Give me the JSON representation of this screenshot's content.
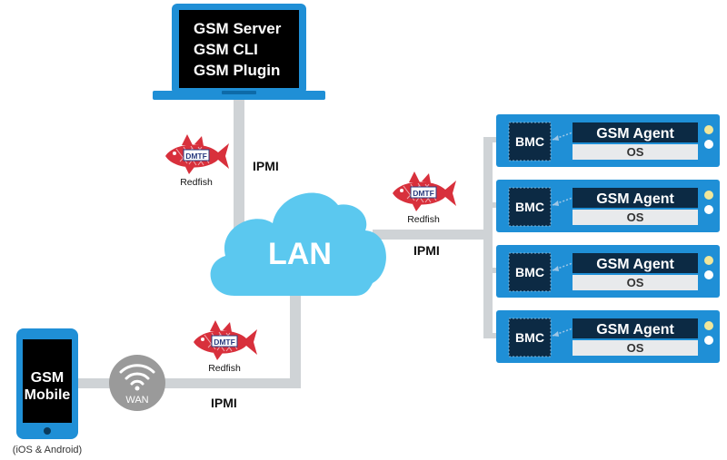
{
  "laptop": {
    "lines": [
      "GSM Server",
      "GSM CLI",
      "GSM Plugin"
    ]
  },
  "cloud": {
    "label": "LAN"
  },
  "links": {
    "top": {
      "redfish": "Redfish",
      "dmtf": "DMTF",
      "ipmi": "IPMI"
    },
    "right": {
      "redfish": "Redfish",
      "dmtf": "DMTF",
      "ipmi": "IPMI"
    },
    "bottom": {
      "redfish": "Redfish",
      "dmtf": "DMTF",
      "ipmi": "IPMI"
    }
  },
  "mobile": {
    "label_line1": "GSM",
    "label_line2": "Mobile",
    "caption": "(iOS & Android)"
  },
  "wan": {
    "label": "WAN"
  },
  "servers": [
    {
      "bmc": "BMC",
      "agent": "GSM Agent",
      "os": "OS"
    },
    {
      "bmc": "BMC",
      "agent": "GSM Agent",
      "os": "OS"
    },
    {
      "bmc": "BMC",
      "agent": "GSM Agent",
      "os": "OS"
    },
    {
      "bmc": "BMC",
      "agent": "GSM Agent",
      "os": "OS"
    }
  ],
  "colors": {
    "cloud": "#5bc8ef",
    "server_blue": "#1f8fd6",
    "server_dark": "#0c2a44",
    "connector": "#cfd3d6",
    "fish": "#d8303c",
    "wan_circle": "#9a9a9a"
  }
}
